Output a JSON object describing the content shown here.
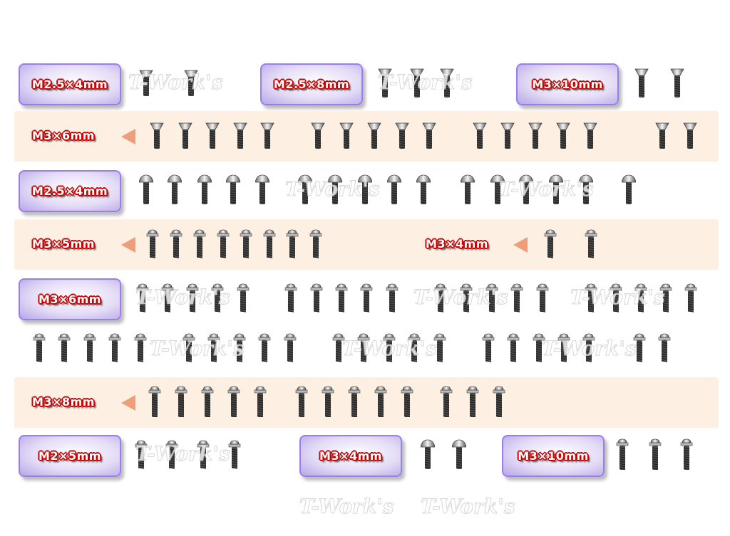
{
  "watermark": "T-Work's",
  "colors": {
    "band": "#fdf0e2",
    "box_border": "#9a7ef0",
    "label_outline": "#cc0000",
    "arrow": "#ee9e78"
  },
  "rows": [
    {
      "style": "boxed",
      "sections": [
        {
          "label": "M2.5×4mm",
          "type": "flat",
          "groups": [
            2
          ]
        },
        {
          "label": "M2.5×8mm",
          "type": "flat",
          "groups": [
            3
          ]
        },
        {
          "label": "M3×10mm",
          "type": "flat",
          "groups": [
            2
          ]
        }
      ]
    },
    {
      "style": "band",
      "sections": [
        {
          "label": "M3×6mm",
          "type": "flat",
          "groups": [
            5,
            5,
            5,
            2
          ]
        }
      ]
    },
    {
      "style": "boxed",
      "sections": [
        {
          "label": "M2.5×4mm",
          "type": "button",
          "groups": [
            5,
            5,
            5,
            1
          ]
        }
      ]
    },
    {
      "style": "band",
      "sections": [
        {
          "label": "M3×5mm",
          "type": "flange",
          "groups": [
            8
          ]
        },
        {
          "label": "M3×4mm",
          "type": "flange",
          "groups": [
            2
          ]
        }
      ]
    },
    {
      "style": "boxed",
      "sections": [
        {
          "label": "M3×6mm",
          "type": "flange",
          "groups": [
            5,
            5,
            5,
            5
          ]
        }
      ]
    },
    {
      "style": "none",
      "sections": [
        {
          "label": null,
          "type": "flange",
          "groups": [
            5,
            5,
            5,
            5,
            2
          ]
        }
      ]
    },
    {
      "style": "band",
      "sections": [
        {
          "label": "M3×8mm",
          "type": "flange",
          "groups": [
            5,
            5,
            3
          ]
        }
      ]
    },
    {
      "style": "boxed",
      "sections": [
        {
          "label": "M2×5mm",
          "type": "flange",
          "groups": [
            4
          ]
        },
        {
          "label": "M3×4mm",
          "type": "button",
          "groups": [
            2
          ]
        },
        {
          "label": "M3×10mm",
          "type": "flange",
          "groups": [
            3
          ]
        }
      ]
    }
  ]
}
